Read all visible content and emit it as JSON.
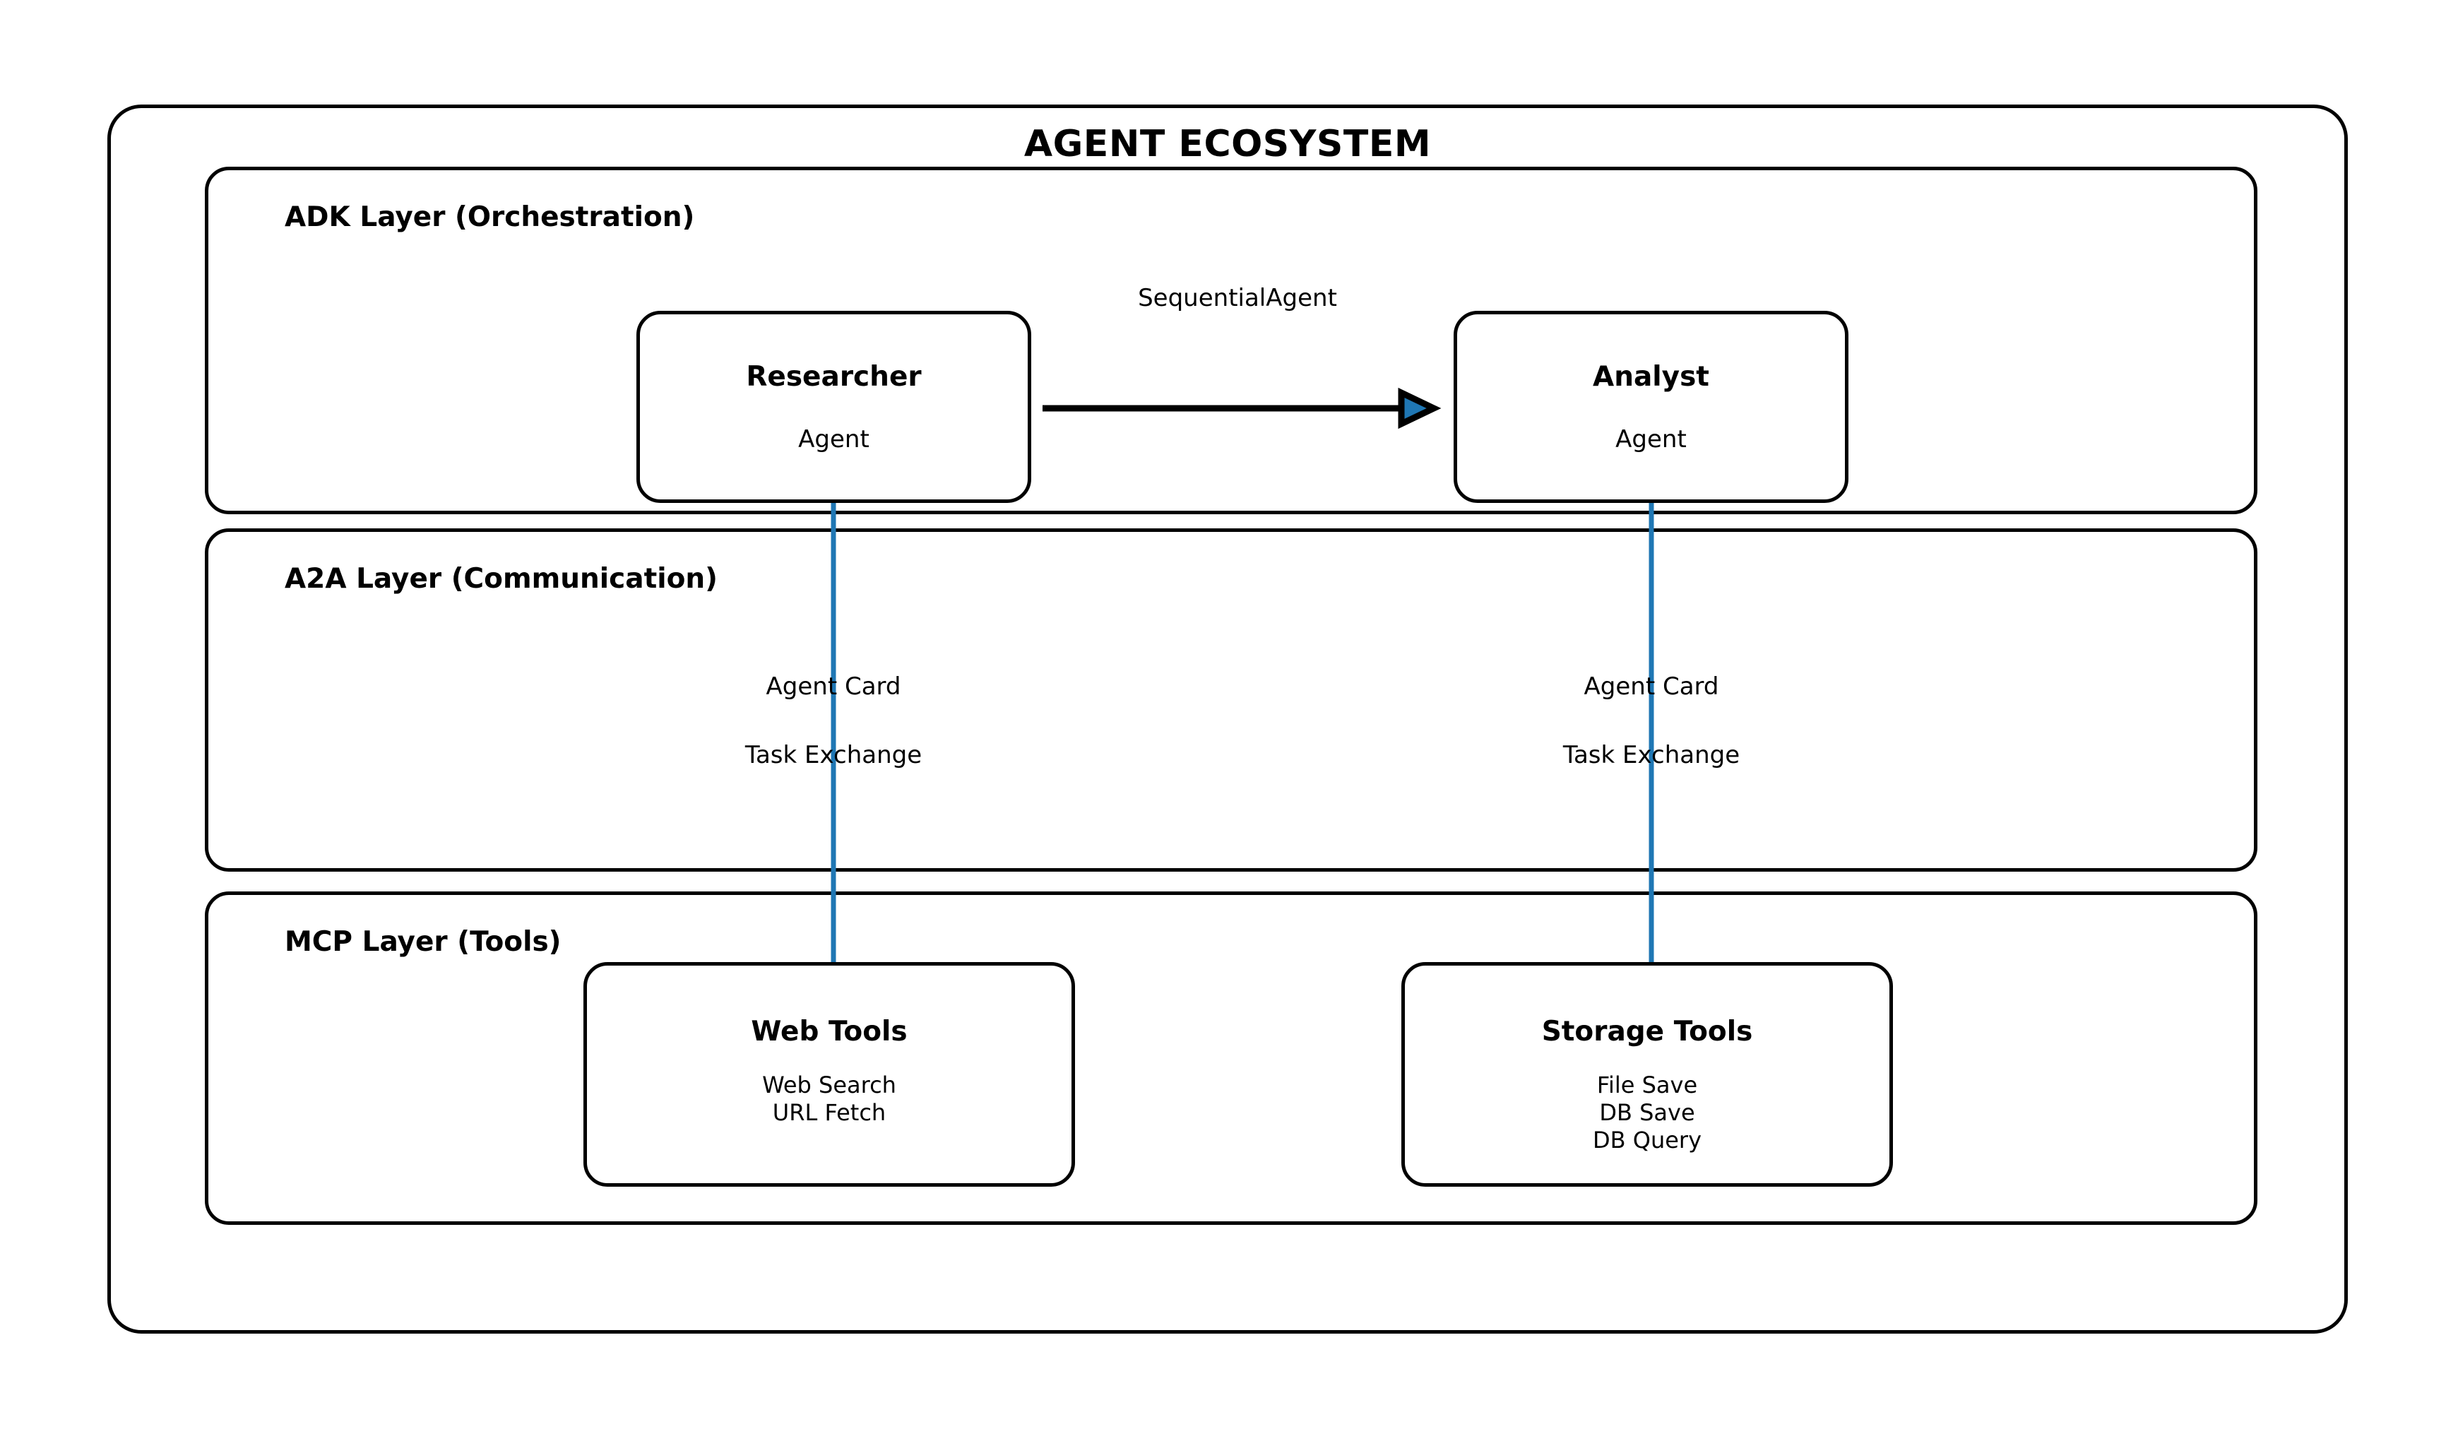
{
  "diagram": {
    "title": "AGENT ECOSYSTEM",
    "layers": [
      {
        "id": "adk",
        "title": "ADK Layer (Orchestration)"
      },
      {
        "id": "a2a",
        "title": "A2A Layer (Communication)"
      },
      {
        "id": "mcp",
        "title": "MCP Layer (Tools)"
      }
    ],
    "agents": [
      {
        "name": "Researcher",
        "kind": "Agent"
      },
      {
        "name": "Analyst",
        "kind": "Agent"
      }
    ],
    "flow": {
      "label": "SequentialAgent",
      "from": "Researcher",
      "to": "Analyst"
    },
    "a2a_channels": [
      {
        "for": "Researcher",
        "primary": "Agent Card",
        "secondary": "Task Exchange"
      },
      {
        "for": "Analyst",
        "primary": "Agent Card",
        "secondary": "Task Exchange"
      }
    ],
    "tools": [
      {
        "name": "Web Tools",
        "items": [
          "Web Search",
          "URL Fetch"
        ]
      },
      {
        "name": "Storage Tools",
        "items": [
          "File Save",
          "DB Save",
          "DB Query"
        ]
      }
    ],
    "colors": {
      "stroke": "#000000",
      "connector_blue": "#1f77b4",
      "background": "#ffffff"
    }
  }
}
